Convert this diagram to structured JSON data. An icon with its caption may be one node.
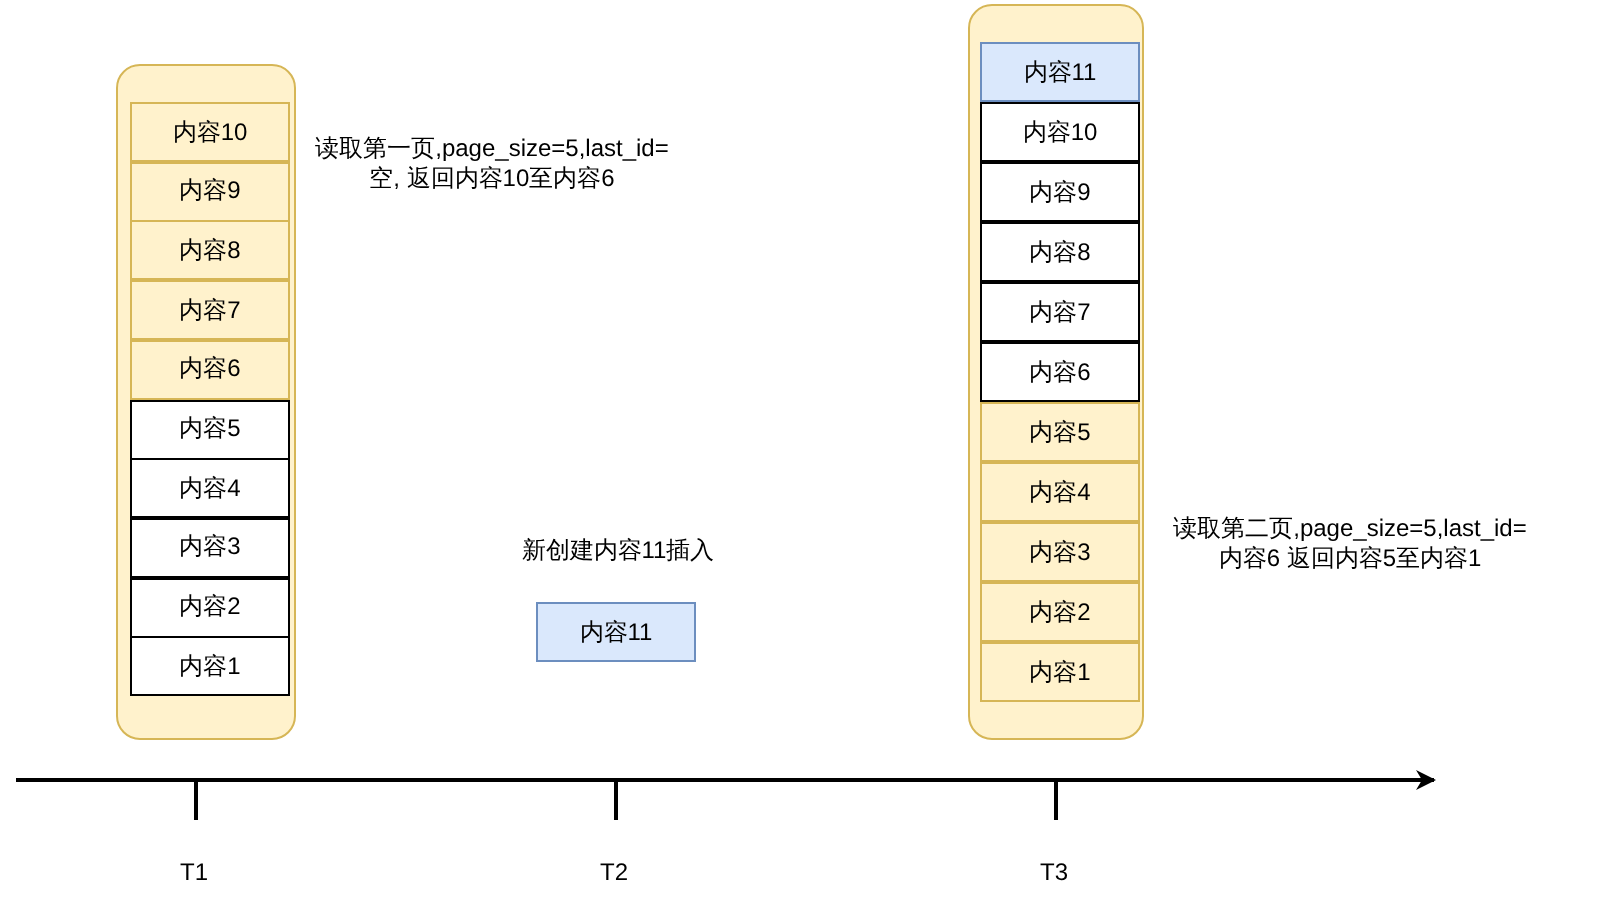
{
  "diagram": {
    "nodes": [
      {
        "text": [],
        "shape": "box",
        "beside": [
          "读取第一页,page_size=5,last_id=空, 返回内容10至内容6"
        ]
      },
      {
        "text": [
          "内容10"
        ],
        "in": 0
      },
      {
        "text": [
          "内容9"
        ],
        "in": 0
      },
      {
        "text": [
          "内容8"
        ],
        "in": 0
      },
      {
        "text": [
          "内容7"
        ],
        "in": 0
      },
      {
        "text": [
          "内容6"
        ],
        "in": 0
      },
      {
        "text": [
          "内容5"
        ],
        "in": 0
      },
      {
        "text": [
          "内容4"
        ],
        "in": 0
      },
      {
        "text": [
          "内容3"
        ],
        "in": 0
      },
      {
        "text": [
          "内容2"
        ],
        "in": 0
      },
      {
        "text": [
          "内容1"
        ],
        "in": 0
      },
      {
        "text": [
          "内容11"
        ],
        "beside": [
          "新创建内容11插入"
        ]
      },
      {
        "text": [],
        "shape": "box",
        "beside": [
          "读取第二页,page_size=5,last_id=内容6 返回内容5至内容1"
        ]
      },
      {
        "text": [
          "内容11"
        ],
        "in": 12
      },
      {
        "text": [
          "内容10"
        ],
        "in": 12
      },
      {
        "text": [
          "内容9"
        ],
        "in": 12
      },
      {
        "text": [
          "内容8"
        ],
        "in": 12
      },
      {
        "text": [
          "内容7"
        ],
        "in": 12
      },
      {
        "text": [
          "内容6"
        ],
        "in": 12
      },
      {
        "text": [
          "内容5"
        ],
        "in": 12
      },
      {
        "text": [
          "内容4"
        ],
        "in": 12
      },
      {
        "text": [
          "内容3"
        ],
        "in": 12
      },
      {
        "text": [
          "内容2"
        ],
        "in": 12
      },
      {
        "text": [
          "内容1"
        ],
        "in": 12
      }
    ],
    "edges": [],
    "labels": [
      "T1",
      "T2",
      "T3"
    ]
  }
}
